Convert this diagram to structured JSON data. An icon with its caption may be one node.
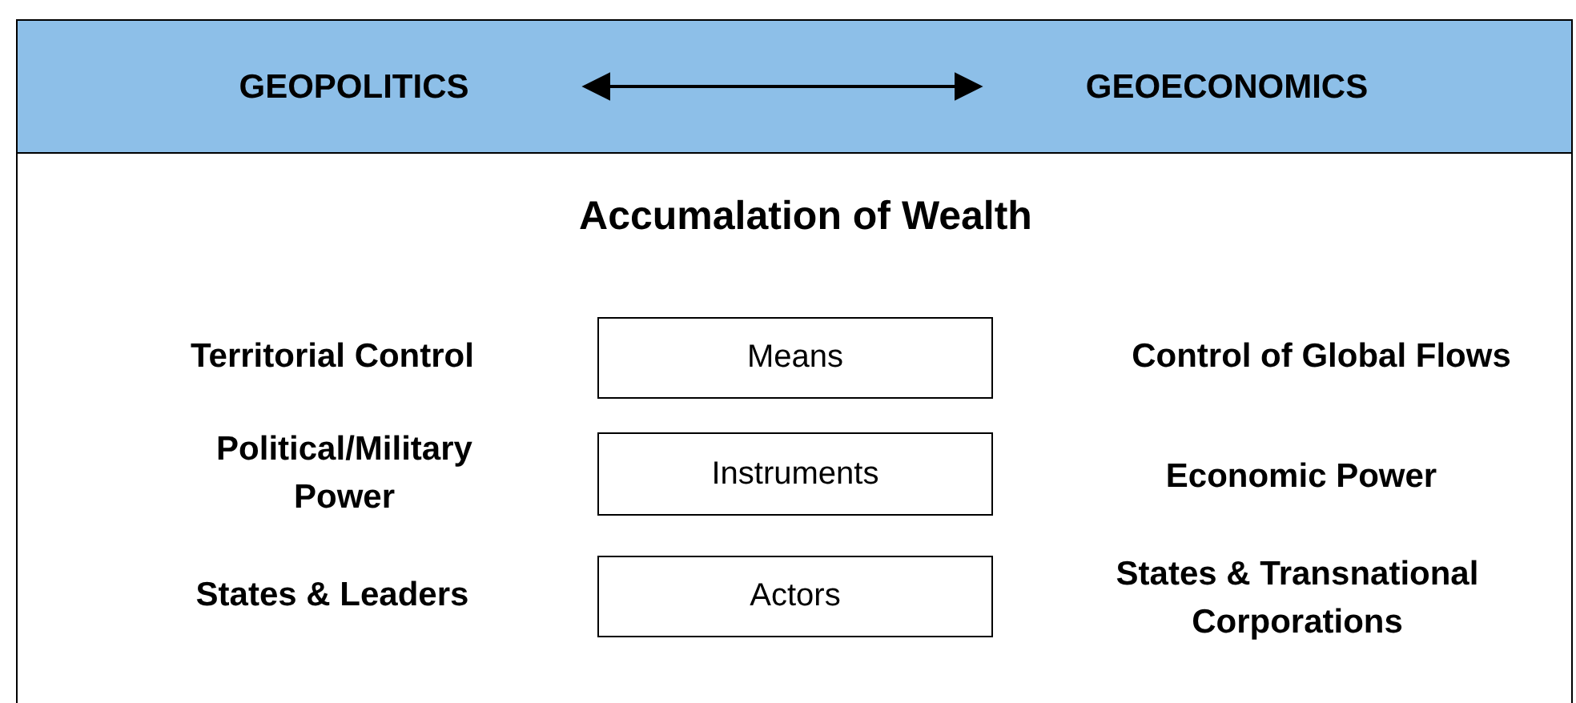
{
  "diagram": {
    "title": "Accumalation of Wealth",
    "nodes": [
      {
        "text": [],
        "shape": "bar"
      },
      {
        "text": [
          "GEOPOLITICS"
        ],
        "in": 0
      },
      {
        "text": [
          "GEOECONOMICS"
        ],
        "in": 0
      },
      {
        "text": [
          "Means"
        ]
      },
      {
        "text": [
          "Instruments"
        ]
      },
      {
        "text": [
          "Actors"
        ]
      }
    ],
    "edges": [
      {
        "from": 1,
        "to": 2,
        "arrow": "both"
      }
    ],
    "labels": [
      "Territorial Control",
      "Control of Global Flows",
      "Political/Military Power",
      "Economic Power",
      "States & Leaders",
      "States & Transnational Corporations"
    ]
  }
}
